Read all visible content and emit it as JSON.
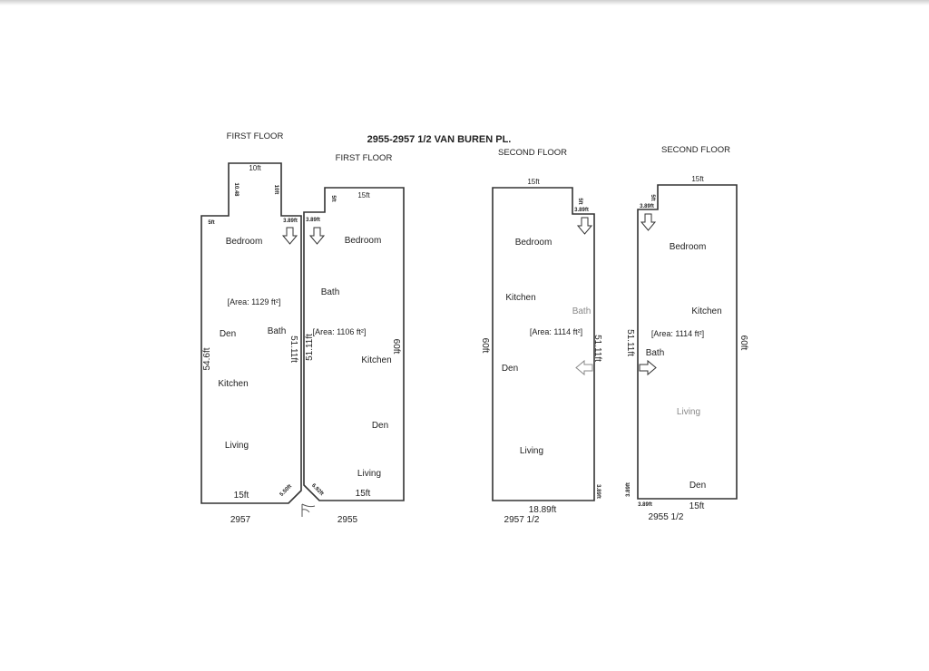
{
  "title": "2955-2957 1/2 VAN BUREN PL.",
  "plans": [
    {
      "floor_label": "FIRST FLOOR",
      "unit": "2957",
      "area": "[Area: 1129 ft²]",
      "rooms": {
        "bedroom": "Bedroom",
        "den": "Den",
        "bath": "Bath",
        "kitchen": "Kitchen",
        "living": "Living"
      },
      "dims": {
        "top": "10ft",
        "left_notch": "10.48",
        "right_notch": "10ft",
        "ledge": "5ft",
        "entry": "3.89ft",
        "left": "54.6ft",
        "right": "51.11ft",
        "bottom": "15ft",
        "diag": "5.50ft"
      },
      "icons": [
        "arrow-down-icon"
      ]
    },
    {
      "floor_label": "FIRST FLOOR",
      "unit": "2955",
      "area": "[Area: 1106 ft²]",
      "rooms": {
        "bedroom": "Bedroom",
        "bath": "Bath",
        "kitchen": "Kitchen",
        "den": "Den",
        "living": "Living"
      },
      "dims": {
        "top": "15ft",
        "notch": "5ft",
        "entry": "3.89ft",
        "left": "51.11ft",
        "right": "60ft",
        "bottom": "15ft",
        "diag": "6.92ft"
      },
      "icons": [
        "arrow-down-icon"
      ]
    },
    {
      "floor_label": "SECOND FLOOR",
      "unit": "2957 1/2",
      "area": "[Area: 1114 ft²]",
      "rooms": {
        "bedroom": "Bedroom",
        "kitchen": "Kitchen",
        "bath": "Bath",
        "den": "Den",
        "living": "Living"
      },
      "dims": {
        "top": "15ft",
        "notch": "5ft",
        "entry": "3.89ft",
        "left": "60ft",
        "right": "51.11ft",
        "corner": "3.89ft",
        "bottom": "18.89ft"
      },
      "icons": [
        "arrow-down-icon",
        "arrow-left-icon"
      ]
    },
    {
      "floor_label": "SECOND FLOOR",
      "unit": "2955 1/2",
      "area": "[Area: 1114 ft²]",
      "rooms": {
        "bedroom": "Bedroom",
        "kitchen": "Kitchen",
        "bath": "Bath",
        "living": "Living",
        "den": "Den"
      },
      "dims": {
        "top": "15ft",
        "notch": "5ft",
        "entry": "3.89ft",
        "left": "51.11ft",
        "right": "60ft",
        "corner": "3.89ft",
        "corner_bottom": "3.89ft",
        "bottom": "15ft"
      },
      "icons": [
        "arrow-down-icon",
        "arrow-right-icon"
      ]
    }
  ]
}
